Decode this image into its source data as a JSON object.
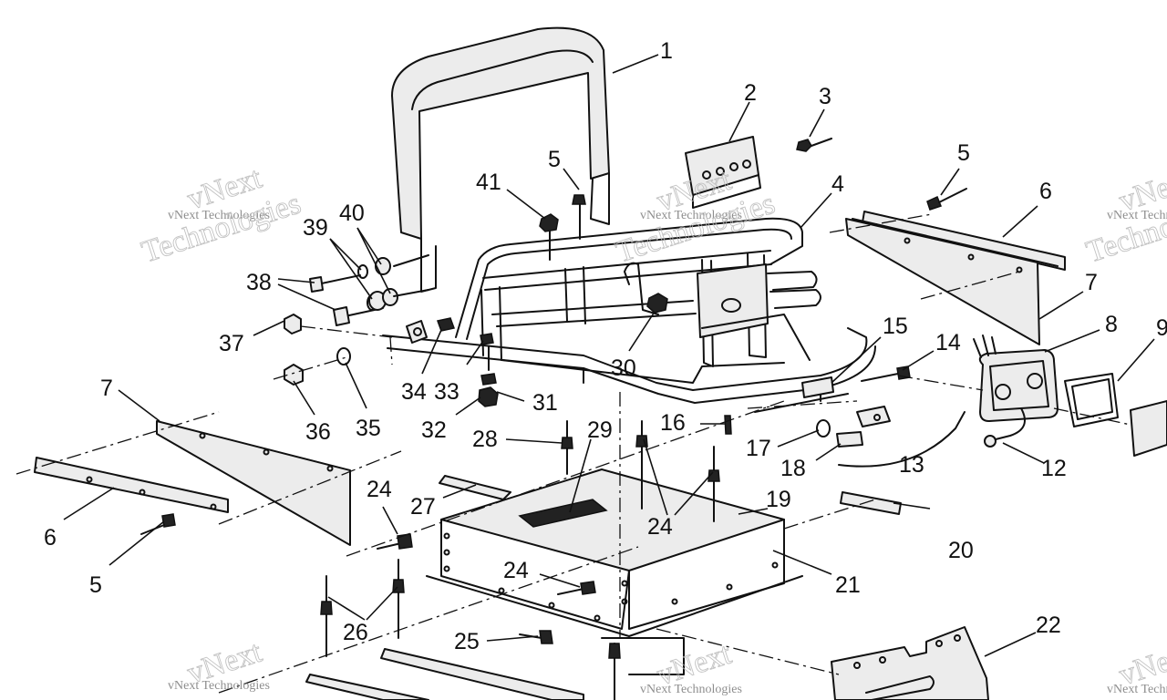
{
  "diagram": {
    "callouts": [
      {
        "id": "c1",
        "label": "1"
      },
      {
        "id": "c2",
        "label": "2"
      },
      {
        "id": "c3",
        "label": "3"
      },
      {
        "id": "c4",
        "label": "4"
      },
      {
        "id": "c5a",
        "label": "5"
      },
      {
        "id": "c5b",
        "label": "5"
      },
      {
        "id": "c5c",
        "label": "5"
      },
      {
        "id": "c6a",
        "label": "6"
      },
      {
        "id": "c6b",
        "label": "6"
      },
      {
        "id": "c7a",
        "label": "7"
      },
      {
        "id": "c7b",
        "label": "7"
      },
      {
        "id": "c8",
        "label": "8"
      },
      {
        "id": "c9",
        "label": "9"
      },
      {
        "id": "c12",
        "label": "12"
      },
      {
        "id": "c13",
        "label": "13"
      },
      {
        "id": "c14",
        "label": "14"
      },
      {
        "id": "c15",
        "label": "15"
      },
      {
        "id": "c16",
        "label": "16"
      },
      {
        "id": "c17",
        "label": "17"
      },
      {
        "id": "c18",
        "label": "18"
      },
      {
        "id": "c19",
        "label": "19"
      },
      {
        "id": "c20",
        "label": "20"
      },
      {
        "id": "c21",
        "label": "21"
      },
      {
        "id": "c22",
        "label": "22"
      },
      {
        "id": "c24a",
        "label": "24"
      },
      {
        "id": "c24b",
        "label": "24"
      },
      {
        "id": "c24c",
        "label": "24"
      },
      {
        "id": "c25",
        "label": "25"
      },
      {
        "id": "c26",
        "label": "26"
      },
      {
        "id": "c27",
        "label": "27"
      },
      {
        "id": "c28",
        "label": "28"
      },
      {
        "id": "c29",
        "label": "29"
      },
      {
        "id": "c30",
        "label": "30"
      },
      {
        "id": "c31",
        "label": "31"
      },
      {
        "id": "c32",
        "label": "32"
      },
      {
        "id": "c33",
        "label": "33"
      },
      {
        "id": "c34",
        "label": "34"
      },
      {
        "id": "c35",
        "label": "35"
      },
      {
        "id": "c36",
        "label": "36"
      },
      {
        "id": "c37",
        "label": "37"
      },
      {
        "id": "c38",
        "label": "38"
      },
      {
        "id": "c39",
        "label": "39"
      },
      {
        "id": "c40",
        "label": "40"
      },
      {
        "id": "c41",
        "label": "41"
      }
    ],
    "watermark": {
      "brand": "vNext",
      "company_line": "vNext Technologies",
      "tech_word": "Technologies"
    }
  }
}
